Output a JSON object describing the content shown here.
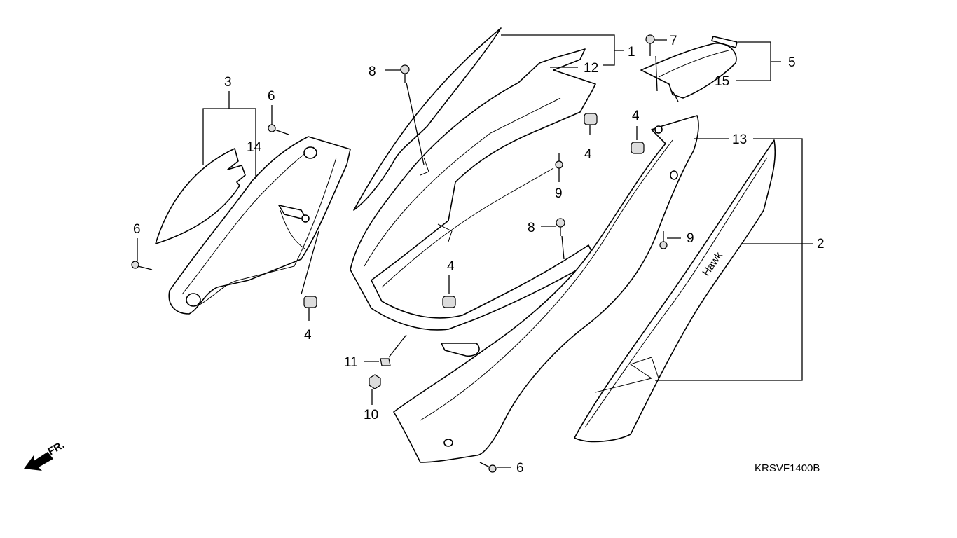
{
  "diagram_code": "KRSVF1400B",
  "direction_label": "FR.",
  "decal_text": "Hawk",
  "callouts": [
    {
      "id": "c1",
      "text": "1"
    },
    {
      "id": "c2",
      "text": "2"
    },
    {
      "id": "c3",
      "text": "3"
    },
    {
      "id": "c4a",
      "text": "4"
    },
    {
      "id": "c4b",
      "text": "4"
    },
    {
      "id": "c4c",
      "text": "4"
    },
    {
      "id": "c4d",
      "text": "4"
    },
    {
      "id": "c5",
      "text": "5"
    },
    {
      "id": "c6a",
      "text": "6"
    },
    {
      "id": "c6b",
      "text": "6"
    },
    {
      "id": "c6c",
      "text": "6"
    },
    {
      "id": "c7",
      "text": "7"
    },
    {
      "id": "c8a",
      "text": "8"
    },
    {
      "id": "c8b",
      "text": "8"
    },
    {
      "id": "c9a",
      "text": "9"
    },
    {
      "id": "c9b",
      "text": "9"
    },
    {
      "id": "c10",
      "text": "10"
    },
    {
      "id": "c11",
      "text": "11"
    },
    {
      "id": "c12",
      "text": "12"
    },
    {
      "id": "c13",
      "text": "13"
    },
    {
      "id": "c14",
      "text": "14"
    },
    {
      "id": "c15",
      "text": "15"
    }
  ]
}
